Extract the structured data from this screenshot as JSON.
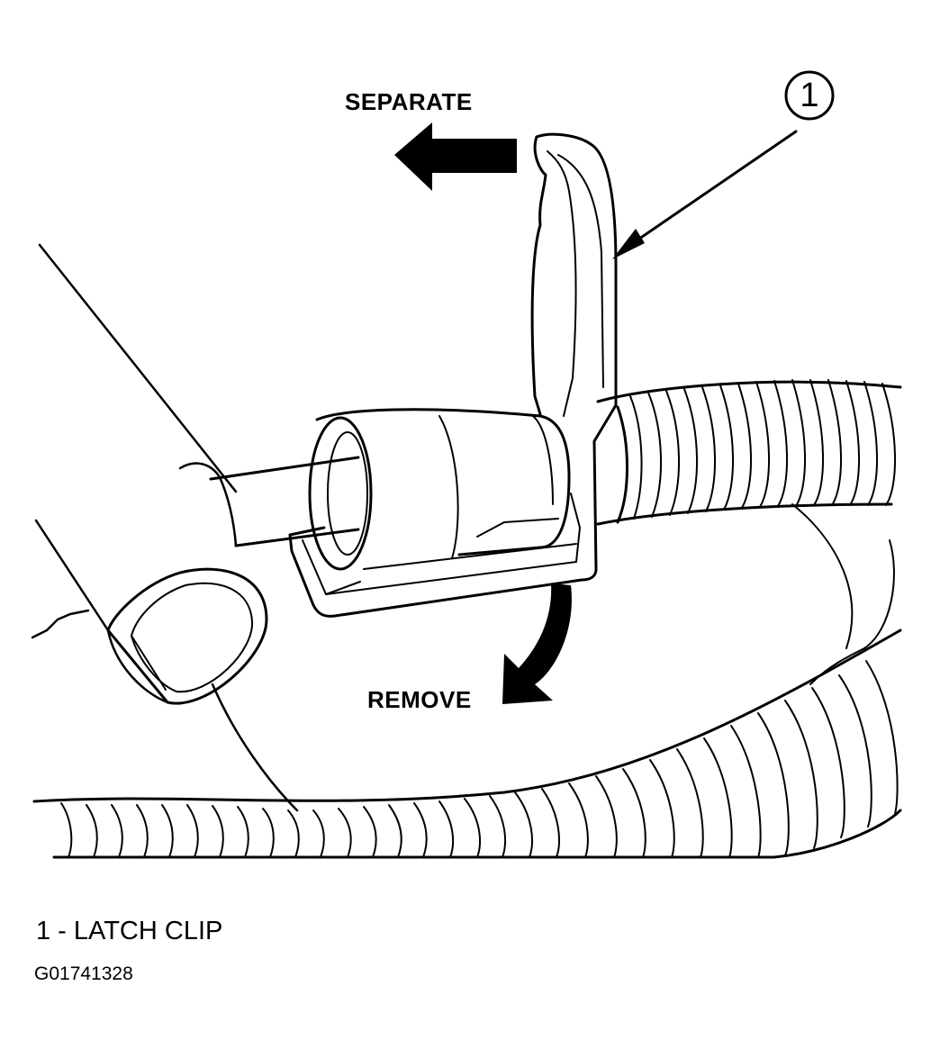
{
  "labels": {
    "separate": "SEPARATE",
    "remove": "REMOVE",
    "callout": "1"
  },
  "legend": [
    {
      "number": "1",
      "text": "1 - LATCH CLIP"
    }
  ],
  "figure_id": "G01741328",
  "colors": {
    "ink": "#000000",
    "paper": "#ffffff"
  }
}
